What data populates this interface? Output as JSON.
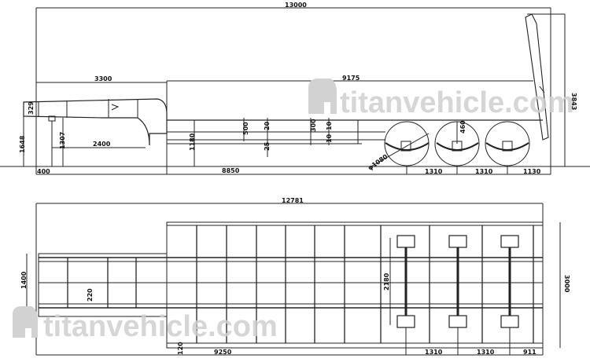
{
  "side_view": {
    "overall_length": "13000",
    "gooseneck_length": "3300",
    "deck_length": "9175",
    "overall_height": "3843",
    "gooseneck_height": "1648",
    "gooseneck_thickness": "329",
    "kingpin_height": "1307",
    "gooseneck_clearance": "2400",
    "deck_height": "1180",
    "kingpin_offset": "400",
    "kingpin_to_axle": "8850",
    "beam_depth": "500",
    "beam_flange_top": "20",
    "beam_flange_bottom": "25",
    "side_beam_depth": "300",
    "side_flange_top": "10",
    "side_flange_bottom": "10",
    "wheel_travel": "460",
    "wheel_diameter": "φ1080",
    "axle_spacing_1": "1310",
    "axle_spacing_2": "1310",
    "rear_overhang": "1130"
  },
  "top_view": {
    "overall_length": "12781",
    "gooseneck_width": "1400",
    "beam_spacing": "220",
    "deck_width": "3000",
    "track_width": "2180",
    "side_offset": "120",
    "front_to_axle": "9250",
    "axle_spacing_1": "1310",
    "axle_spacing_2": "1310",
    "rear_overhang": "911"
  },
  "watermark": {
    "text": "titanvehicle.com"
  },
  "colors": {
    "line": "#222222",
    "watermark": "#cfcfcf"
  }
}
